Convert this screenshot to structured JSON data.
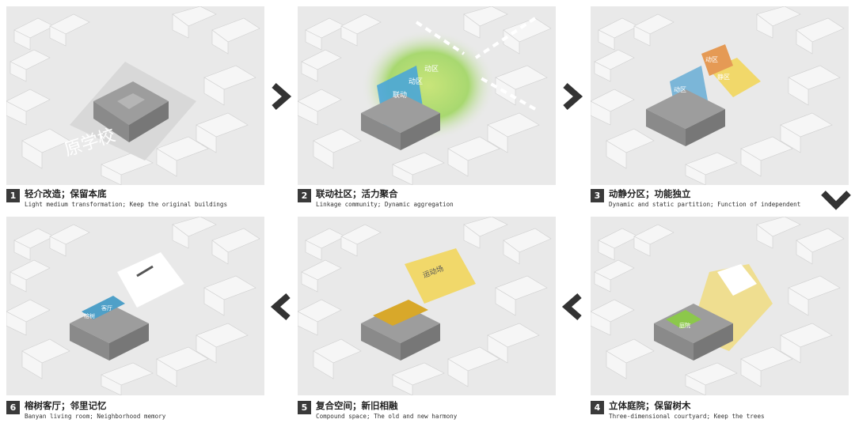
{
  "steps": [
    {
      "number": "1",
      "title": "轻介改造；保留本底",
      "subtitle": "Light medium transformation; Keep the original buildings",
      "label": "原学校"
    },
    {
      "number": "2",
      "title": "联动社区；活力聚合",
      "subtitle": "Linkage community; Dynamic aggregation",
      "labels": [
        "联动",
        "动区",
        "动区"
      ]
    },
    {
      "number": "3",
      "title": "动静分区；功能独立",
      "subtitle": "Dynamic and static partition; Function of independent",
      "labels": [
        "动区",
        "静区",
        "动区"
      ]
    },
    {
      "number": "4",
      "title": "立体庭院；保留树木",
      "subtitle": "Three-dimensional courtyard; Keep the trees",
      "labels": [
        "庭院"
      ]
    },
    {
      "number": "5",
      "title": "复合空间；新旧相融",
      "subtitle": "Compound space; The old and new harmony",
      "labels": [
        "运动场"
      ]
    },
    {
      "number": "6",
      "title": "榕树客厅；邻里记忆",
      "subtitle": "Banyan living room; Neighborhood memory",
      "labels": [
        "榕树",
        "客厅"
      ]
    }
  ],
  "icons": [
    "chevron-right-icon",
    "chevron-right-icon",
    "chevron-down-icon",
    "chevron-left-icon",
    "chevron-left-icon"
  ],
  "colors": {
    "ground": "#e9e9e9",
    "building": "#f4f4f4",
    "school": "#9a9a9a",
    "blue": "#7bb6d8",
    "yellow": "#f1d86a",
    "orange": "#e59a55",
    "green": "#8cc84b",
    "dark": "#3a3a3a"
  }
}
